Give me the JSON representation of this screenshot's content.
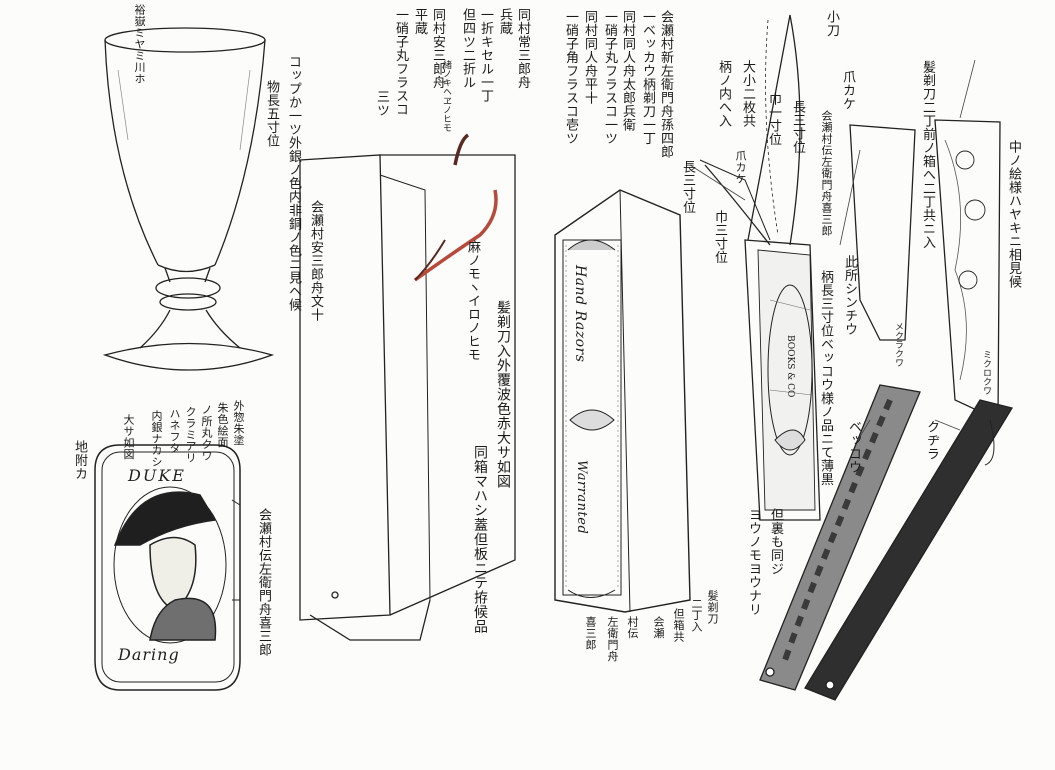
{
  "cup": {
    "size_label": "物長五寸位",
    "description": "コップか一ツ外銀ノ色内非銅ノ色ニ見ヘ候",
    "owner": "会瀬村安三郎舟文十",
    "rim_text": "裕嶽ミヤミ川ホ"
  },
  "pipe_cases": {
    "owners": [
      "会瀬村新左衛門舟孫四郎",
      "同村常三郎舟",
      "同村同人舟太郎兵衛",
      "同村同人舟平十",
      "同村安三郎舟"
    ],
    "owner_details": [
      "兵蔵",
      "平蔵"
    ],
    "items": [
      "一ベッカウ柄剃刀一丁",
      "一折キセル一丁",
      "一硝子丸フラスコ一ツ",
      "一硝子丸フラスコ",
      "一硝子角フラスコ壱ツ"
    ],
    "note": "但四ツ二折ル",
    "count": "三ツ",
    "strap_label": "麻ノモヽイロノヒモ",
    "cord_label": "緒ノキヘヱノヒモ"
  },
  "razor_box": {
    "description": "髪剃刀入外覆波色赤大サ如図",
    "description2": "同箱マハシ蓋但板ニテ拵候品",
    "size_label": "長三寸位",
    "label_top": "爪カケ",
    "width_label": "巾三寸位",
    "side_notes": [
      "髪剃刀",
      "二丁入",
      "但箱共",
      "会瀬",
      "村伝",
      "左衛門舟",
      "喜三郎"
    ],
    "lid_script_top": "Hand Razors",
    "lid_script_bottom": "Warranted"
  },
  "knife": {
    "title": "小刀",
    "size_long": "長三寸位",
    "size_width": "巾一寸位",
    "blades": "大小二枚共",
    "handle_note": "柄ノ内へ入",
    "nail_notch": "爪カケ",
    "owner": "会瀬村伝左衛門舟喜三郎",
    "handle_desc": "柄長三寸位ベッコウ様ノ品ニて薄黒",
    "back_note": "但裏も同ジ",
    "pattern_note": "ヨウノモヨウナリ",
    "inscription": "BOOKS & CO"
  },
  "razors": {
    "title": "髪剃刀二丁前ノ箱へ二丁共ニ入",
    "decoration": "中ノ絵様ハヤキニ相見候",
    "steel_note": "此所シンチウ",
    "tortoise_label": "ベッコウ",
    "kuchira": "クヂラ",
    "blade_mark": "メクラクワ",
    "blade_mark2": "ミクロクワ"
  },
  "snuffbox": {
    "lid_top": "DUKE",
    "lid_bottom": "Daring",
    "description_lines": [
      "外惣朱塗",
      "朱色絵面",
      "ノ所丸クワ",
      "クラミアリ",
      "ハネフタ",
      "内銀ナカシ",
      "大サ如図"
    ],
    "owner": "会瀬村伝左衛門舟喜三郎",
    "hinge_label": "地附カ"
  },
  "colors": {
    "ink": "#1a1a1a",
    "paper": "#fcfcfa",
    "cord_red": "#b84a3c",
    "cord_dark": "#5a2a22",
    "tortoise_dark": "#3a3a3a",
    "tortoise_mid": "#707070"
  }
}
